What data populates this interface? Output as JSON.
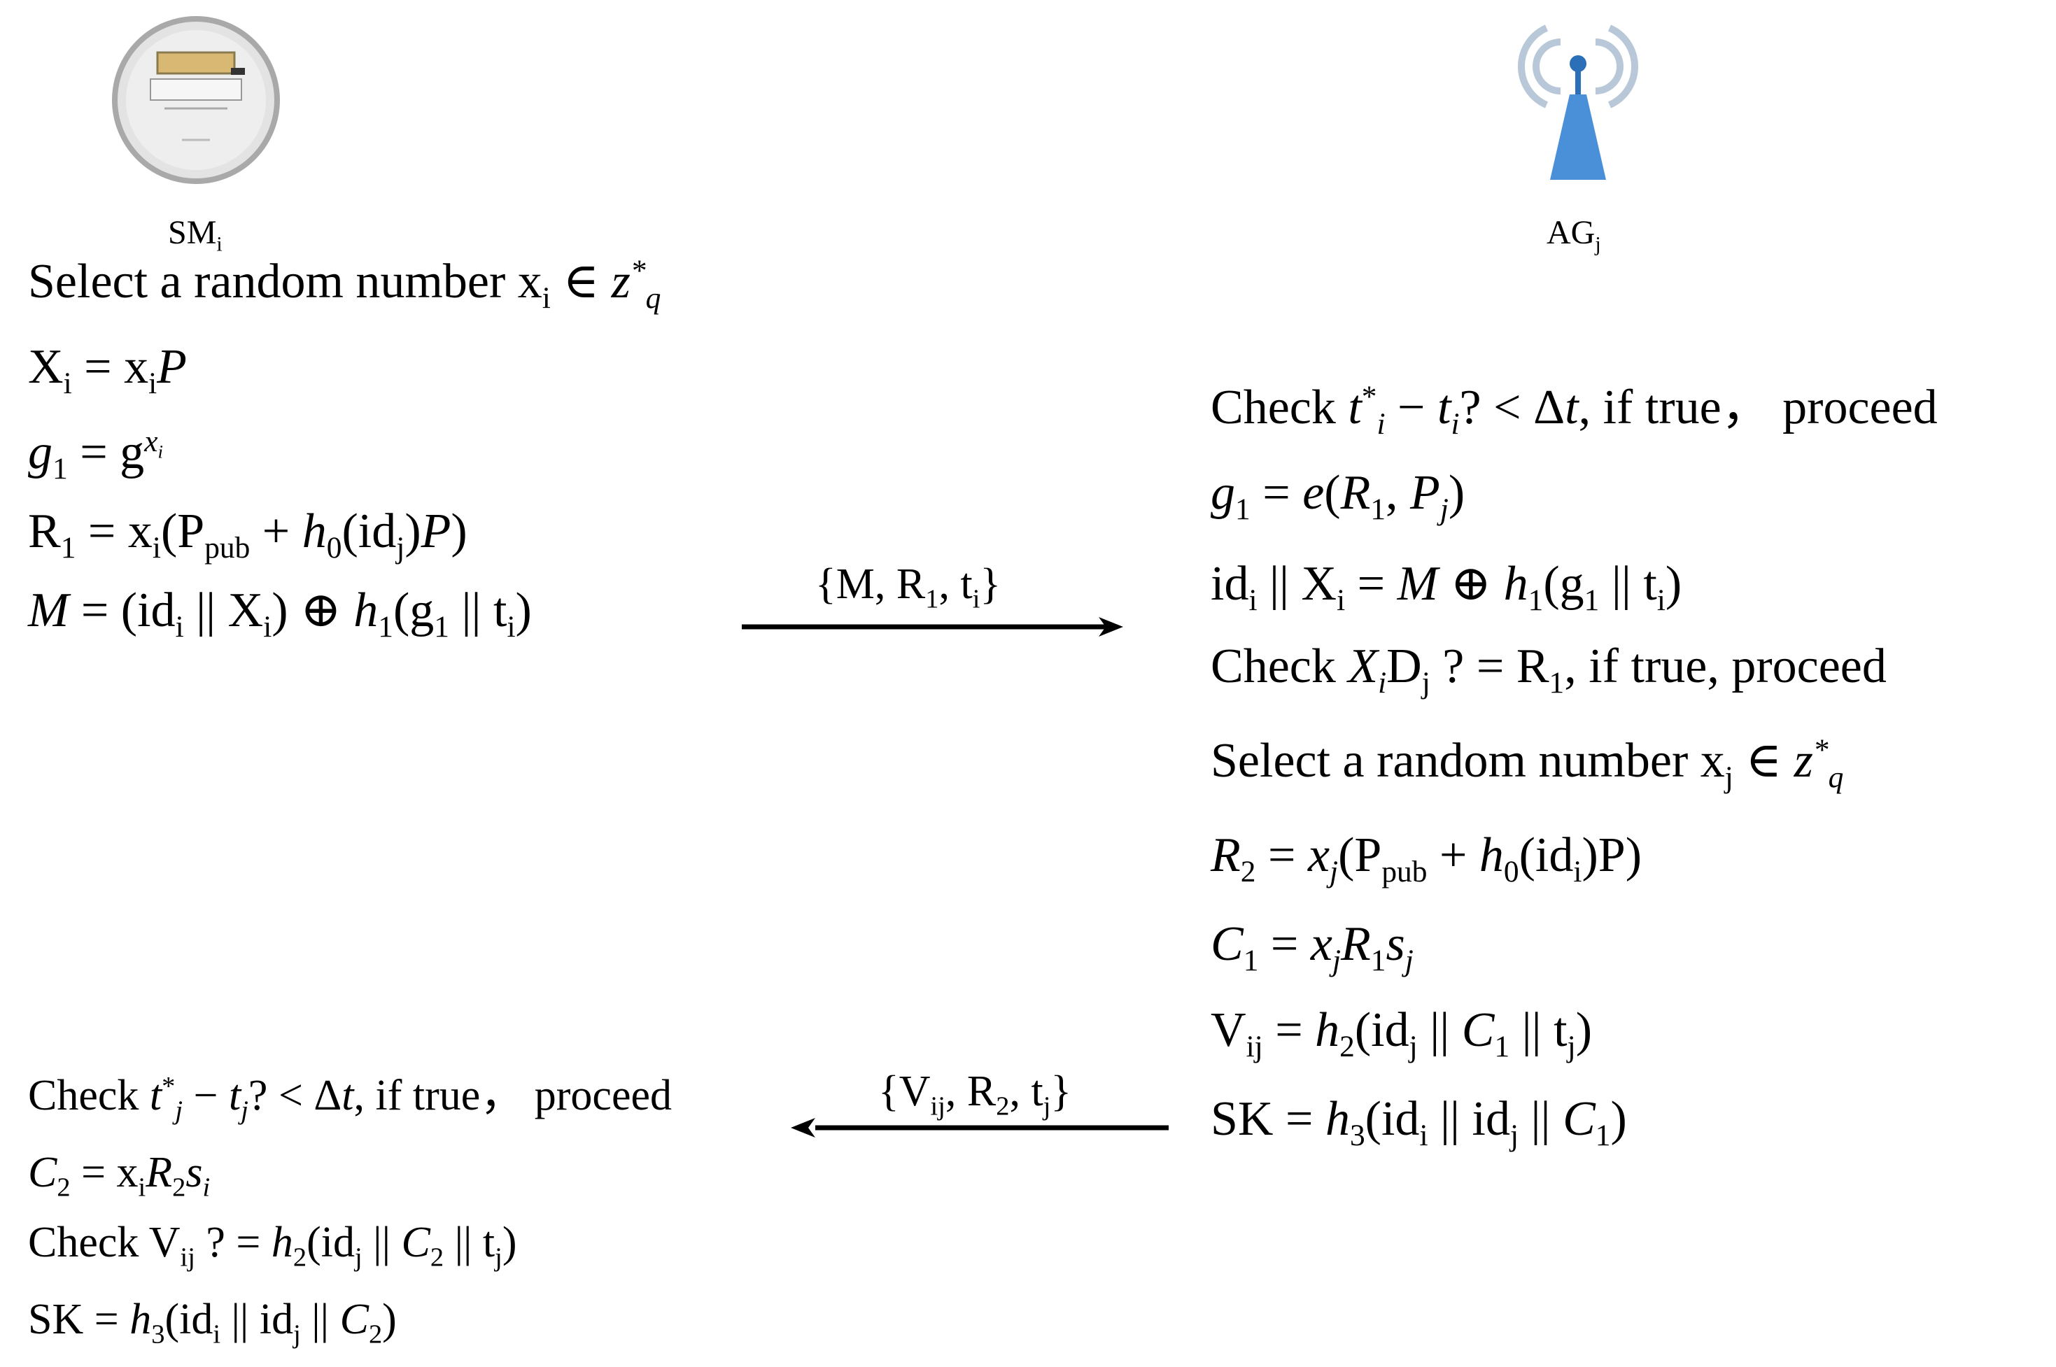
{
  "parties": {
    "left": {
      "name": "SM",
      "sub": "i"
    },
    "right": {
      "name": "AG",
      "sub": "j"
    }
  },
  "left_steps": {
    "s1_text": "Select a random number x",
    "s1_sub": "i",
    "s1_op": " ∈ ",
    "s1_set": "z",
    "s1_set_sup": "*",
    "s1_set_sub": "q",
    "s2": [
      "X",
      "i",
      " = x",
      "i",
      "P"
    ],
    "s3": [
      "g",
      "1",
      " = g",
      "x",
      "i"
    ],
    "s4": [
      "R",
      "1",
      " = x",
      "i",
      "(P",
      "pub",
      " + ",
      "h",
      "0",
      "(id",
      "j",
      ")",
      "P",
      ")"
    ],
    "s5": [
      "M",
      " = (id",
      "i",
      " || X",
      "i",
      ") ⊕ ",
      "h",
      "1",
      "(g",
      "1",
      " || t",
      "i",
      ")"
    ]
  },
  "right_steps": {
    "r1": [
      "Check ",
      "t",
      "*",
      "i",
      " − ",
      "t",
      "i",
      "? < Δ",
      "t",
      ", if  true，  proceed"
    ],
    "r2": [
      "g",
      "1",
      " = ",
      "e",
      "(",
      "R",
      "1",
      ", ",
      "P",
      "j",
      ")"
    ],
    "r3": [
      "id",
      "i",
      " || X",
      "i",
      " = ",
      "M",
      " ⊕ ",
      "h",
      "1",
      "(g",
      "1",
      " || t",
      "i",
      ")"
    ],
    "r4": [
      "Check ",
      "X",
      "i",
      "D",
      "j",
      " ? = R",
      "1",
      ", if  true, proceed"
    ],
    "r5": [
      "Select a random number x",
      "j",
      " ∈ ",
      "z",
      "*",
      "q"
    ],
    "r6": [
      "R",
      "2",
      " = ",
      "x",
      "j",
      "(P",
      "pub",
      " + ",
      "h",
      "0",
      "(id",
      "i",
      ")P)"
    ],
    "r7": [
      "C",
      "1",
      " = ",
      "x",
      "j",
      "R",
      "1",
      "s",
      "j"
    ],
    "r8": [
      "V",
      "ij",
      " = ",
      "h",
      "2",
      "(id",
      "j",
      " || ",
      "C",
      "1",
      " || t",
      "j",
      ")"
    ],
    "r9": [
      "SK = ",
      "h",
      "3",
      "(id",
      "i",
      " || id",
      "j",
      " || ",
      "C",
      "1",
      ")"
    ]
  },
  "left_bottom": {
    "b1": [
      "Check ",
      "t",
      "*",
      "j",
      " − ",
      "t",
      "j",
      "? < Δ",
      "t",
      ", if  true，  proceed"
    ],
    "b2": [
      "C",
      "2",
      " = x",
      "i",
      "R",
      "2",
      "s",
      "i"
    ],
    "b3": [
      "Check V",
      "ij",
      " ? = ",
      "h",
      "2",
      "(id",
      "j",
      " || ",
      "C",
      "2",
      " || t",
      "j",
      ")"
    ],
    "b4": [
      "SK = ",
      "h",
      "3",
      "(id",
      "i",
      " || id",
      "j",
      " || ",
      "C",
      "2",
      ")"
    ]
  },
  "messages": {
    "m1": [
      "{M, R",
      "1",
      ", t",
      "i",
      "}"
    ],
    "m2": [
      "{V",
      "ij",
      ", R",
      "2",
      ", t",
      "j",
      "}"
    ]
  },
  "icons": {
    "left": "smart-meter-icon",
    "right": "antenna-tower-icon"
  },
  "colors": {
    "meter_body": "#c9c9c9",
    "meter_display": "#d8b873",
    "tower": "#4a90d9",
    "signal": "#b8c8d8",
    "arrow": "#000000"
  }
}
